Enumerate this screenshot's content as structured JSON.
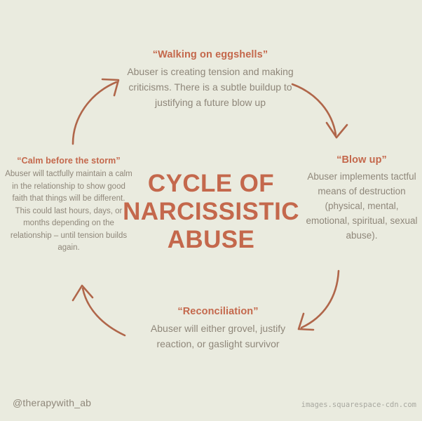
{
  "page": {
    "background_color": "#EAEBDF",
    "heading_color": "#C4684C",
    "body_text_color": "#8F877A",
    "arrow_color": "#B0664A",
    "watermark_color": "#A8A8A0"
  },
  "center_title": {
    "line1": "CYCLE OF",
    "line2": "NARCISSISTIC",
    "line3": "ABUSE"
  },
  "stages": {
    "walking": {
      "heading": "“Walking on eggshells”",
      "body": "Abuser is creating tension and making criticisms. There is a subtle buildup to justifying a future blow up"
    },
    "blowup": {
      "heading": "“Blow up”",
      "body": "Abuser implements tactful means of destruction (physical, mental, emotional, spiritual, sexual abuse)."
    },
    "reconciliation": {
      "heading": "“Reconciliation”",
      "body": "Abuser will either grovel, justify reaction, or gaslight survivor"
    },
    "calm": {
      "heading": "“Calm before the storm”",
      "body": "Abuser will tactfully maintain a calm in the relationship to show good faith that things will be different. This could last hours, days, or months depending on the relationship – until tension builds again."
    }
  },
  "arrows": [
    {
      "name": "arrow-calm-to-walking",
      "from_stage": "calm",
      "to_stage": "walking",
      "direction": "up-right"
    },
    {
      "name": "arrow-walking-to-blowup",
      "from_stage": "walking",
      "to_stage": "blowup",
      "direction": "down-right"
    },
    {
      "name": "arrow-blowup-to-reconciliation",
      "from_stage": "blowup",
      "to_stage": "reconciliation",
      "direction": "down-left"
    },
    {
      "name": "arrow-reconciliation-to-calm",
      "from_stage": "reconciliation",
      "to_stage": "calm",
      "direction": "up-left"
    }
  ],
  "footer": {
    "handle": "@therapywith_ab",
    "watermark": "images.squarespace-cdn.com"
  }
}
